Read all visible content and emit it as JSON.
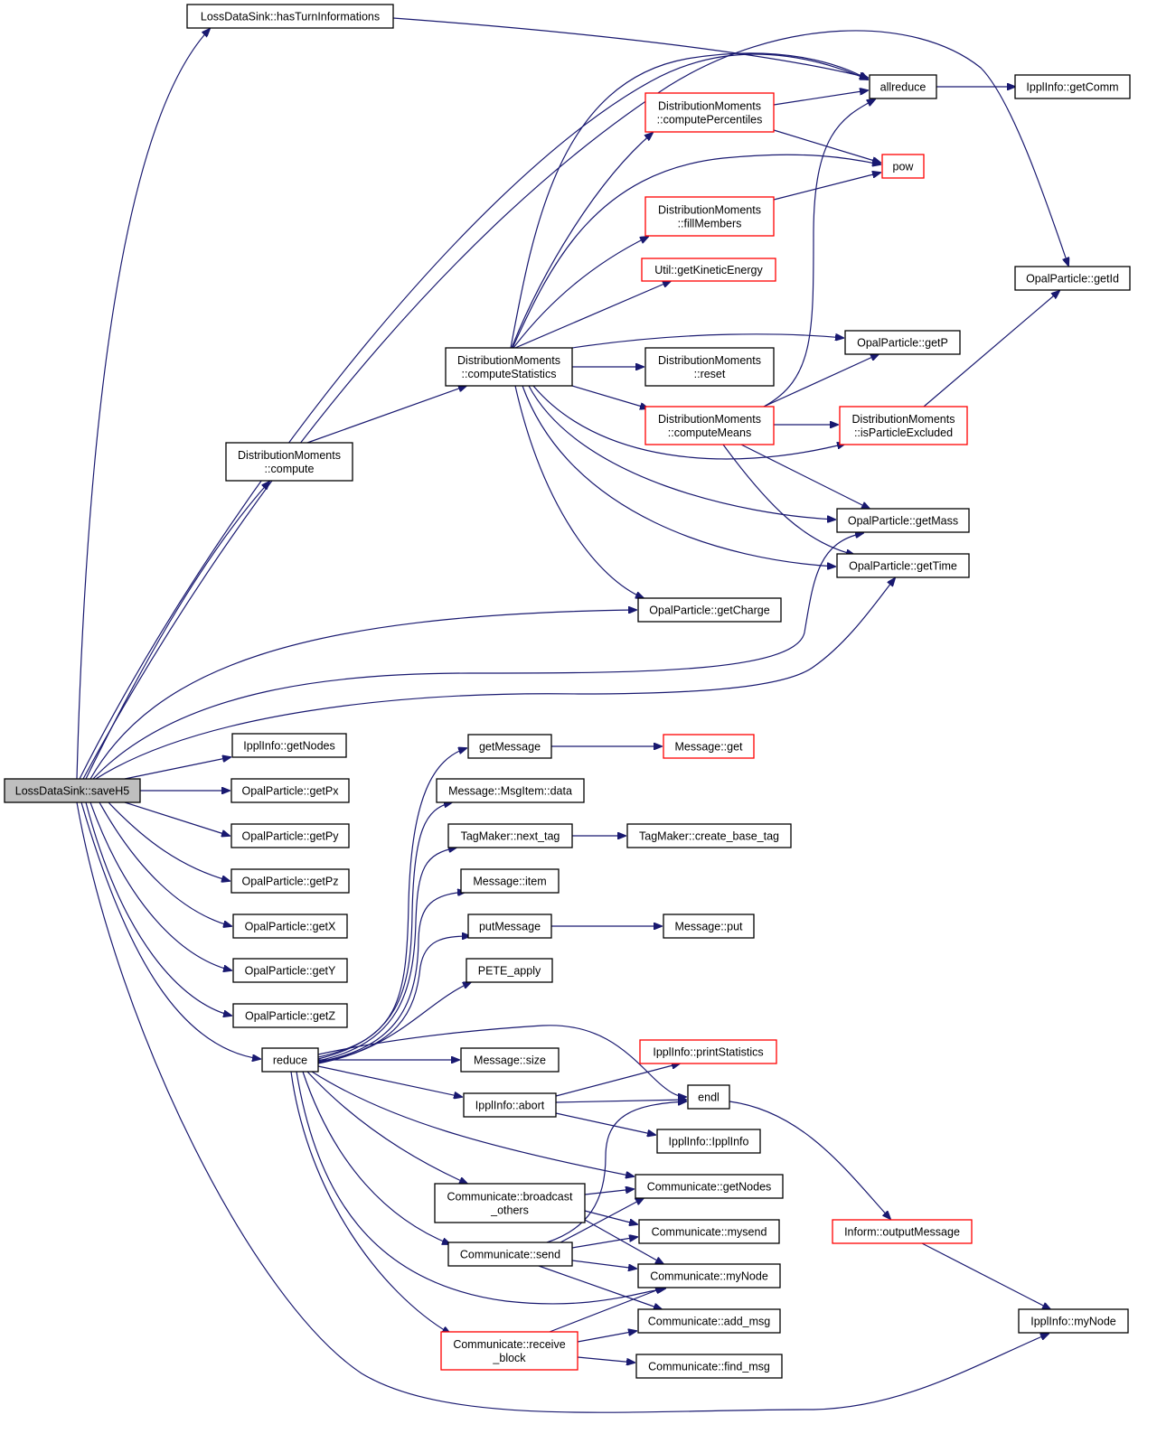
{
  "colors": {
    "edge": "#191970",
    "node_border": "#000000",
    "highlight_border": "#ff0000",
    "root_fill": "#bfbfbf",
    "node_fill": "#ffffff"
  },
  "nodes": [
    {
      "id": "savehs",
      "lines": [
        "LossDataSink::saveH5"
      ],
      "style": "root"
    },
    {
      "id": "hasturn",
      "lines": [
        "LossDataSink::hasTurnInformations"
      ],
      "style": "normal"
    },
    {
      "id": "allreduce",
      "lines": [
        "allreduce"
      ],
      "style": "normal"
    },
    {
      "id": "getcomm",
      "lines": [
        "IpplInfo::getComm"
      ],
      "style": "normal"
    },
    {
      "id": "comppct",
      "lines": [
        "DistributionMoments",
        "::computePercentiles"
      ],
      "style": "red"
    },
    {
      "id": "pow",
      "lines": [
        "pow"
      ],
      "style": "red"
    },
    {
      "id": "fillmem",
      "lines": [
        "DistributionMoments",
        "::fillMembers"
      ],
      "style": "red"
    },
    {
      "id": "kinetic",
      "lines": [
        "Util::getKineticEnergy"
      ],
      "style": "red"
    },
    {
      "id": "getid",
      "lines": [
        "OpalParticle::getId"
      ],
      "style": "normal"
    },
    {
      "id": "compstat",
      "lines": [
        "DistributionMoments",
        "::computeStatistics"
      ],
      "style": "normal"
    },
    {
      "id": "reset",
      "lines": [
        "DistributionMoments",
        "::reset"
      ],
      "style": "normal"
    },
    {
      "id": "getp",
      "lines": [
        "OpalParticle::getP"
      ],
      "style": "normal"
    },
    {
      "id": "compmeans",
      "lines": [
        "DistributionMoments",
        "::computeMeans"
      ],
      "style": "red"
    },
    {
      "id": "isexcl",
      "lines": [
        "DistributionMoments",
        "::isParticleExcluded"
      ],
      "style": "red"
    },
    {
      "id": "compute",
      "lines": [
        "DistributionMoments",
        "::compute"
      ],
      "style": "normal"
    },
    {
      "id": "getmass",
      "lines": [
        "OpalParticle::getMass"
      ],
      "style": "normal"
    },
    {
      "id": "gettime",
      "lines": [
        "OpalParticle::getTime"
      ],
      "style": "normal"
    },
    {
      "id": "getcharge",
      "lines": [
        "OpalParticle::getCharge"
      ],
      "style": "normal"
    },
    {
      "id": "getnodes_ippl",
      "lines": [
        "IpplInfo::getNodes"
      ],
      "style": "normal"
    },
    {
      "id": "getpx",
      "lines": [
        "OpalParticle::getPx"
      ],
      "style": "normal"
    },
    {
      "id": "getpy",
      "lines": [
        "OpalParticle::getPy"
      ],
      "style": "normal"
    },
    {
      "id": "getpz",
      "lines": [
        "OpalParticle::getPz"
      ],
      "style": "normal"
    },
    {
      "id": "getx",
      "lines": [
        "OpalParticle::getX"
      ],
      "style": "normal"
    },
    {
      "id": "gety",
      "lines": [
        "OpalParticle::getY"
      ],
      "style": "normal"
    },
    {
      "id": "getz",
      "lines": [
        "OpalParticle::getZ"
      ],
      "style": "normal"
    },
    {
      "id": "reduce",
      "lines": [
        "reduce"
      ],
      "style": "normal"
    },
    {
      "id": "getmessage",
      "lines": [
        "getMessage"
      ],
      "style": "normal"
    },
    {
      "id": "msgget",
      "lines": [
        "Message::get"
      ],
      "style": "red"
    },
    {
      "id": "msgitemdata",
      "lines": [
        "Message::MsgItem::data"
      ],
      "style": "normal"
    },
    {
      "id": "nexttag",
      "lines": [
        "TagMaker::next_tag"
      ],
      "style": "normal"
    },
    {
      "id": "createtag",
      "lines": [
        "TagMaker::create_base_tag"
      ],
      "style": "normal"
    },
    {
      "id": "msgitem",
      "lines": [
        "Message::item"
      ],
      "style": "normal"
    },
    {
      "id": "putmessage",
      "lines": [
        "putMessage"
      ],
      "style": "normal"
    },
    {
      "id": "msgput",
      "lines": [
        "Message::put"
      ],
      "style": "normal"
    },
    {
      "id": "peteapply",
      "lines": [
        "PETE_apply"
      ],
      "style": "normal"
    },
    {
      "id": "printstats",
      "lines": [
        "IpplInfo::printStatistics"
      ],
      "style": "red"
    },
    {
      "id": "msgsize",
      "lines": [
        "Message::size"
      ],
      "style": "normal"
    },
    {
      "id": "endl",
      "lines": [
        "endl"
      ],
      "style": "normal"
    },
    {
      "id": "abort",
      "lines": [
        "IpplInfo::abort"
      ],
      "style": "normal"
    },
    {
      "id": "ipplinfo",
      "lines": [
        "IpplInfo::IpplInfo"
      ],
      "style": "normal"
    },
    {
      "id": "commgetnodes",
      "lines": [
        "Communicate::getNodes"
      ],
      "style": "normal"
    },
    {
      "id": "bcast",
      "lines": [
        "Communicate::broadcast",
        "_others"
      ],
      "style": "normal"
    },
    {
      "id": "mysend",
      "lines": [
        "Communicate::mysend"
      ],
      "style": "normal"
    },
    {
      "id": "outmsg",
      "lines": [
        "Inform::outputMessage"
      ],
      "style": "red"
    },
    {
      "id": "send",
      "lines": [
        "Communicate::send"
      ],
      "style": "normal"
    },
    {
      "id": "mynode",
      "lines": [
        "Communicate::myNode"
      ],
      "style": "normal"
    },
    {
      "id": "addmsg",
      "lines": [
        "Communicate::add_msg"
      ],
      "style": "normal"
    },
    {
      "id": "ipplmynode",
      "lines": [
        "IpplInfo::myNode"
      ],
      "style": "normal"
    },
    {
      "id": "recvblock",
      "lines": [
        "Communicate::receive",
        "_block"
      ],
      "style": "red"
    },
    {
      "id": "findmsg",
      "lines": [
        "Communicate::find_msg"
      ],
      "style": "normal"
    }
  ],
  "edges": [
    [
      "savehs",
      "hasturn"
    ],
    [
      "savehs",
      "allreduce"
    ],
    [
      "savehs",
      "getid"
    ],
    [
      "savehs",
      "compute"
    ],
    [
      "savehs",
      "getcharge"
    ],
    [
      "savehs",
      "getmass"
    ],
    [
      "savehs",
      "gettime"
    ],
    [
      "savehs",
      "getnodes_ippl"
    ],
    [
      "savehs",
      "getpx"
    ],
    [
      "savehs",
      "getpy"
    ],
    [
      "savehs",
      "getpz"
    ],
    [
      "savehs",
      "getx"
    ],
    [
      "savehs",
      "gety"
    ],
    [
      "savehs",
      "getz"
    ],
    [
      "savehs",
      "reduce"
    ],
    [
      "savehs",
      "ipplmynode"
    ],
    [
      "hasturn",
      "allreduce"
    ],
    [
      "allreduce",
      "getcomm"
    ],
    [
      "compute",
      "compstat"
    ],
    [
      "compstat",
      "allreduce"
    ],
    [
      "compstat",
      "comppct"
    ],
    [
      "compstat",
      "pow"
    ],
    [
      "compstat",
      "fillmem"
    ],
    [
      "compstat",
      "kinetic"
    ],
    [
      "compstat",
      "getp"
    ],
    [
      "compstat",
      "reset"
    ],
    [
      "compstat",
      "compmeans"
    ],
    [
      "compstat",
      "isexcl"
    ],
    [
      "compstat",
      "getmass"
    ],
    [
      "compstat",
      "gettime"
    ],
    [
      "compstat",
      "getcharge"
    ],
    [
      "comppct",
      "allreduce"
    ],
    [
      "comppct",
      "pow"
    ],
    [
      "fillmem",
      "pow"
    ],
    [
      "compmeans",
      "allreduce"
    ],
    [
      "compmeans",
      "getp"
    ],
    [
      "compmeans",
      "isexcl"
    ],
    [
      "compmeans",
      "getmass"
    ],
    [
      "compmeans",
      "gettime"
    ],
    [
      "isexcl",
      "getid"
    ],
    [
      "reduce",
      "getmessage"
    ],
    [
      "reduce",
      "msgitemdata"
    ],
    [
      "reduce",
      "nexttag"
    ],
    [
      "reduce",
      "msgitem"
    ],
    [
      "reduce",
      "putmessage"
    ],
    [
      "reduce",
      "peteapply"
    ],
    [
      "reduce",
      "msgsize"
    ],
    [
      "reduce",
      "abort"
    ],
    [
      "reduce",
      "commgetnodes"
    ],
    [
      "reduce",
      "bcast"
    ],
    [
      "reduce",
      "send"
    ],
    [
      "reduce",
      "mynode"
    ],
    [
      "reduce",
      "recvblock"
    ],
    [
      "reduce",
      "endl"
    ],
    [
      "getmessage",
      "msgget"
    ],
    [
      "nexttag",
      "createtag"
    ],
    [
      "putmessage",
      "msgput"
    ],
    [
      "abort",
      "printstats"
    ],
    [
      "abort",
      "endl"
    ],
    [
      "abort",
      "ipplinfo"
    ],
    [
      "endl",
      "outmsg"
    ],
    [
      "outmsg",
      "ipplmynode"
    ],
    [
      "bcast",
      "commgetnodes"
    ],
    [
      "bcast",
      "mysend"
    ],
    [
      "bcast",
      "mynode"
    ],
    [
      "send",
      "commgetnodes"
    ],
    [
      "send",
      "mysend"
    ],
    [
      "send",
      "mynode"
    ],
    [
      "send",
      "addmsg"
    ],
    [
      "send",
      "endl"
    ],
    [
      "recvblock",
      "mynode"
    ],
    [
      "recvblock",
      "addmsg"
    ],
    [
      "recvblock",
      "findmsg"
    ]
  ]
}
